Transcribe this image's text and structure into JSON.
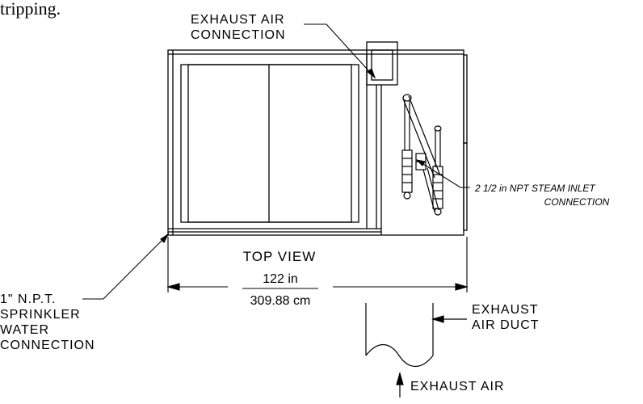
{
  "top_text": "tripping.",
  "labels": {
    "exhaust_connection_l1": "EXHAUST AIR",
    "exhaust_connection_l2": "CONNECTION",
    "steam_inlet_l1": "2 1/2 in NPT STEAM INLET",
    "steam_inlet_l2": "CONNECTION",
    "view_title": "TOP VIEW",
    "sprinkler_l1": "1\" N.P.T.",
    "sprinkler_l2": "SPRINKLER",
    "sprinkler_l3": "WATER",
    "sprinkler_l4": "CONNECTION",
    "exhaust_duct_l1": "EXHAUST",
    "exhaust_duct_l2": "AIR DUCT",
    "exhaust_air": "EXHAUST AIR"
  },
  "dimension": {
    "imperial": "122 in",
    "metric": "309.88 cm"
  }
}
